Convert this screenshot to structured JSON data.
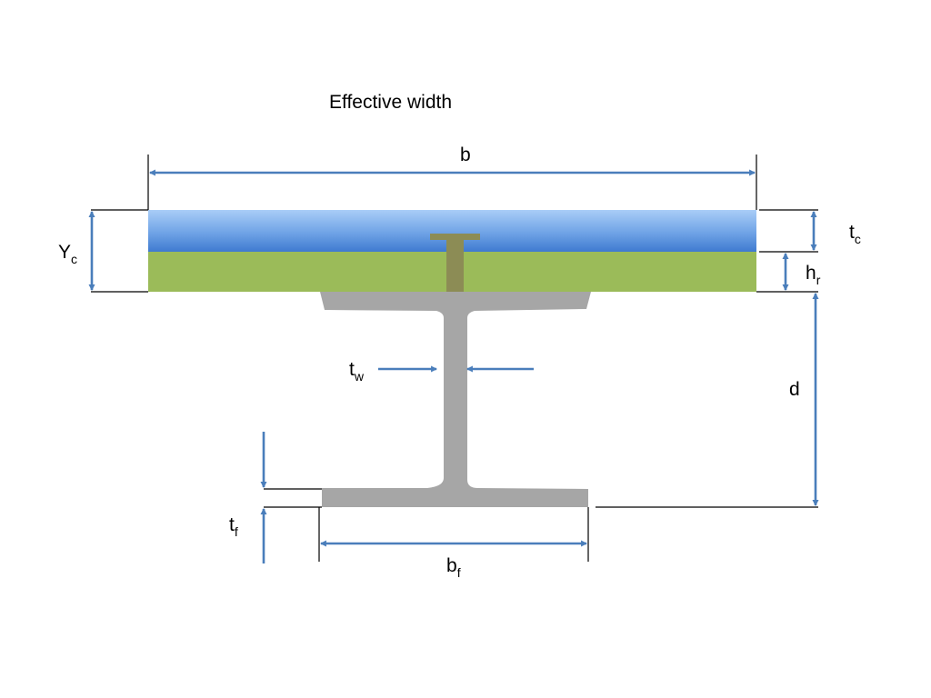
{
  "title": "Effective width",
  "dimensions": {
    "b": {
      "symbol": "b",
      "subscript": ""
    },
    "yc": {
      "symbol": "Y",
      "subscript": "c"
    },
    "tc": {
      "symbol": "t",
      "subscript": "c"
    },
    "hr": {
      "symbol": "h",
      "subscript": "r"
    },
    "d": {
      "symbol": "d",
      "subscript": ""
    },
    "tw": {
      "symbol": "t",
      "subscript": "w"
    },
    "tf": {
      "symbol": "t",
      "subscript": "f"
    },
    "bf": {
      "symbol": "b",
      "subscript": "f"
    }
  },
  "colors": {
    "arrow": "#4a7ebb",
    "concrete_top": "#a9cdf7",
    "concrete_bottom": "#3f7ad0",
    "deck": "#9bbb59",
    "steel": "#a6a6a6",
    "stud": "#8c8c55",
    "extension_line": "#000000"
  }
}
